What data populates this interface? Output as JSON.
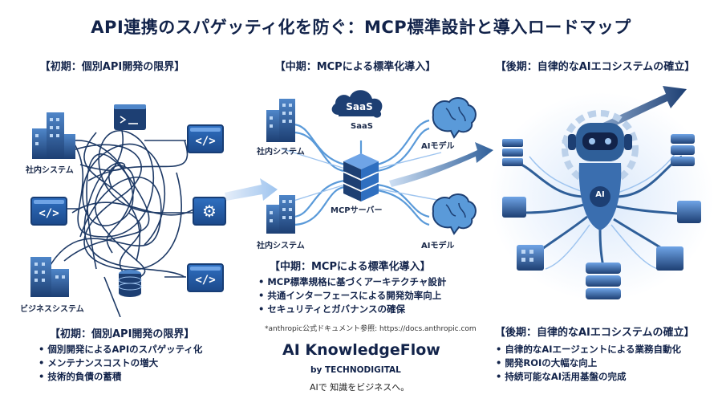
{
  "title": "API連携のスパゲッティ化を防ぐ：MCP標準設計と導入ロードマップ",
  "phases": {
    "early": {
      "heading": "【初期：個別API開発の限界】",
      "nodes": {
        "internal_system": "社内システム",
        "business_system": "ビジネスシステム"
      },
      "section_title": "【初期：個別API開発の限界】",
      "bullets": [
        "個別開発によるAPIのスパゲッティ化",
        "メンテナンスコストの増大",
        "技術的負債の蓄積"
      ]
    },
    "mid": {
      "heading": "【中期：MCPによる標準化導入】",
      "nodes": {
        "internal_system_top": "社内システム",
        "internal_system_bottom": "社内システム",
        "saas_cloud": "SaaS",
        "saas_label": "SaaS",
        "ai_model_top": "AIモデル",
        "ai_model_bottom": "AIモデル",
        "mcp_server": "MCPサーバー"
      },
      "section_title": "【中期：MCPによる標準化導入】",
      "bullets": [
        "MCP標準規格に基づくアーキテクチャ設計",
        "共通インターフェースによる開発効率向上",
        "セキュリティとガバナンスの確保"
      ],
      "note": "*anthropic公式ドキュメント参照: https://docs.anthropic.com"
    },
    "late": {
      "heading": "【後期：自律的なAIエコシステムの確立】",
      "robot_badge": "AI",
      "section_title": "【後期：自律的なAIエコシステムの確立】",
      "bullets": [
        "自律的なAIエージェントによる業務自動化",
        "開発ROIの大幅な向上",
        "持続可能なAI活用基盤の完成"
      ]
    }
  },
  "brand": {
    "name": "AI KnowledgeFlow",
    "by": "by TECHNODIGITAL",
    "tagline": "AIで 知識をビジネスへ。"
  },
  "colors": {
    "navy": "#12234a",
    "blue": "#2f6fc0",
    "light_blue": "#9ec4ef"
  }
}
